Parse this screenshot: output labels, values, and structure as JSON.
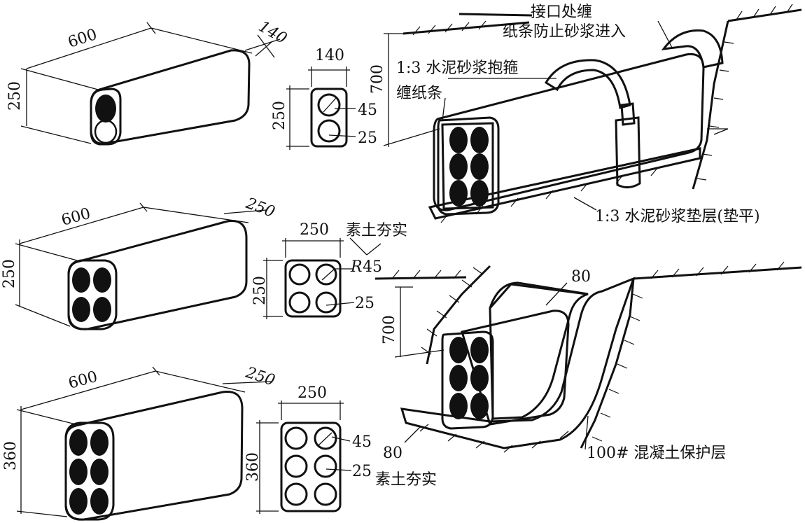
{
  "dimensions": {
    "block1_length": "600",
    "block1_width": "140",
    "block1_height": "250",
    "section1_width": "140",
    "section1_height": "250",
    "block2_length": "600",
    "block2_width": "250",
    "block2_height": "250",
    "section2_width": "250",
    "section2_height": "250",
    "block3_length": "600",
    "block3_width": "250",
    "block3_height": "360",
    "section3_width": "250",
    "section3_height": "360",
    "trench1_depth": "700",
    "trench2_depth": "700",
    "cover_thickness_top": "80",
    "cover_thickness_bottom": "80"
  },
  "section_labels": {
    "s1_outer": "45",
    "s1_inner": "25",
    "s2_radius_prefix": "R",
    "s2_radius": "45",
    "s2_inner": "25",
    "s3_outer": "45",
    "s3_inner": "25"
  },
  "annotations": {
    "joint_wrap_line1": "接口处缠",
    "joint_wrap_line2": "纸条防止砂浆进入",
    "mortar_hoop": "1:3 水泥砂浆抱箍",
    "paper_wrap": "缠纸条",
    "mortar_bedding": "1:3 水泥砂浆垫层(垫平)",
    "rammed_soil_1": "素土夯实",
    "rammed_soil_2": "素土夯实",
    "concrete_cover": "100# 混凝土保护层"
  }
}
